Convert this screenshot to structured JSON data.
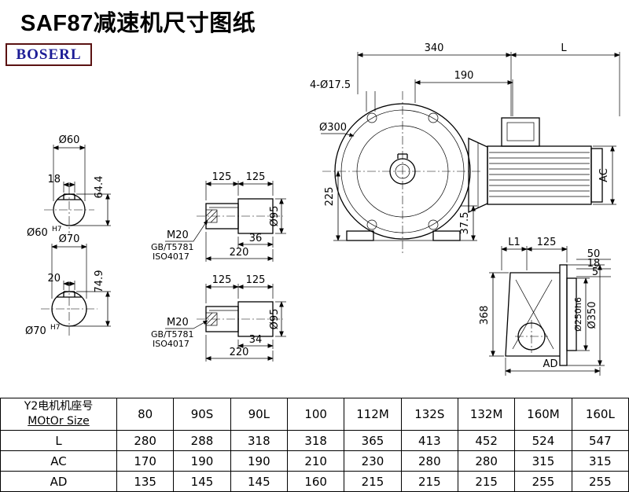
{
  "page": {
    "title": "SAF87减速机尺寸图纸",
    "logo": "BOSERL"
  },
  "drawing": {
    "shaft_end_top": {
      "dia": "Ø60",
      "key_width": "18",
      "height": "64.4",
      "bore": "Ø60",
      "bore_tol": "H7"
    },
    "shaft_end_bottom": {
      "dia": "Ø70",
      "key_width": "20",
      "height": "74.9",
      "bore": "Ø70",
      "bore_tol": "H7"
    },
    "shaft_top": {
      "seg1": "125",
      "seg2": "125",
      "thread": "M20",
      "std_gb": "GB/T5781",
      "std_iso": "ISO4017",
      "key_len": "36",
      "total": "220",
      "dia": "Ø95"
    },
    "shaft_bottom": {
      "seg1": "125",
      "seg2": "125",
      "thread": "M20",
      "std_gb": "GB/T5781",
      "std_iso": "ISO4017",
      "key_len": "34",
      "total": "220",
      "dia": "Ø95"
    },
    "front": {
      "width": "340",
      "motor_len": "L",
      "holes": "4-Ø17.5",
      "hole_span": "190",
      "flange_dia": "Ø300",
      "center_height": "225",
      "foot": "37.5",
      "motor_width": "AC"
    },
    "side": {
      "l1": "L1",
      "d125": "125",
      "d50": "50",
      "d18": "18",
      "d5": "5",
      "height": "368",
      "hub_dia": "Ø250h6",
      "flange_dia": "Ø350",
      "ad": "AD"
    }
  },
  "table": {
    "header_line1": "Y2电机机座号",
    "header_line2": "MOtOr Size",
    "columns": [
      "80",
      "90S",
      "90L",
      "100",
      "112M",
      "132S",
      "132M",
      "160M",
      "160L"
    ],
    "rows": [
      {
        "label": "L",
        "values": [
          "280",
          "288",
          "318",
          "318",
          "365",
          "413",
          "452",
          "524",
          "547"
        ]
      },
      {
        "label": "AC",
        "values": [
          "170",
          "190",
          "190",
          "210",
          "230",
          "280",
          "280",
          "315",
          "315"
        ]
      },
      {
        "label": "AD",
        "values": [
          "135",
          "145",
          "145",
          "160",
          "215",
          "215",
          "215",
          "255",
          "255"
        ]
      }
    ]
  }
}
